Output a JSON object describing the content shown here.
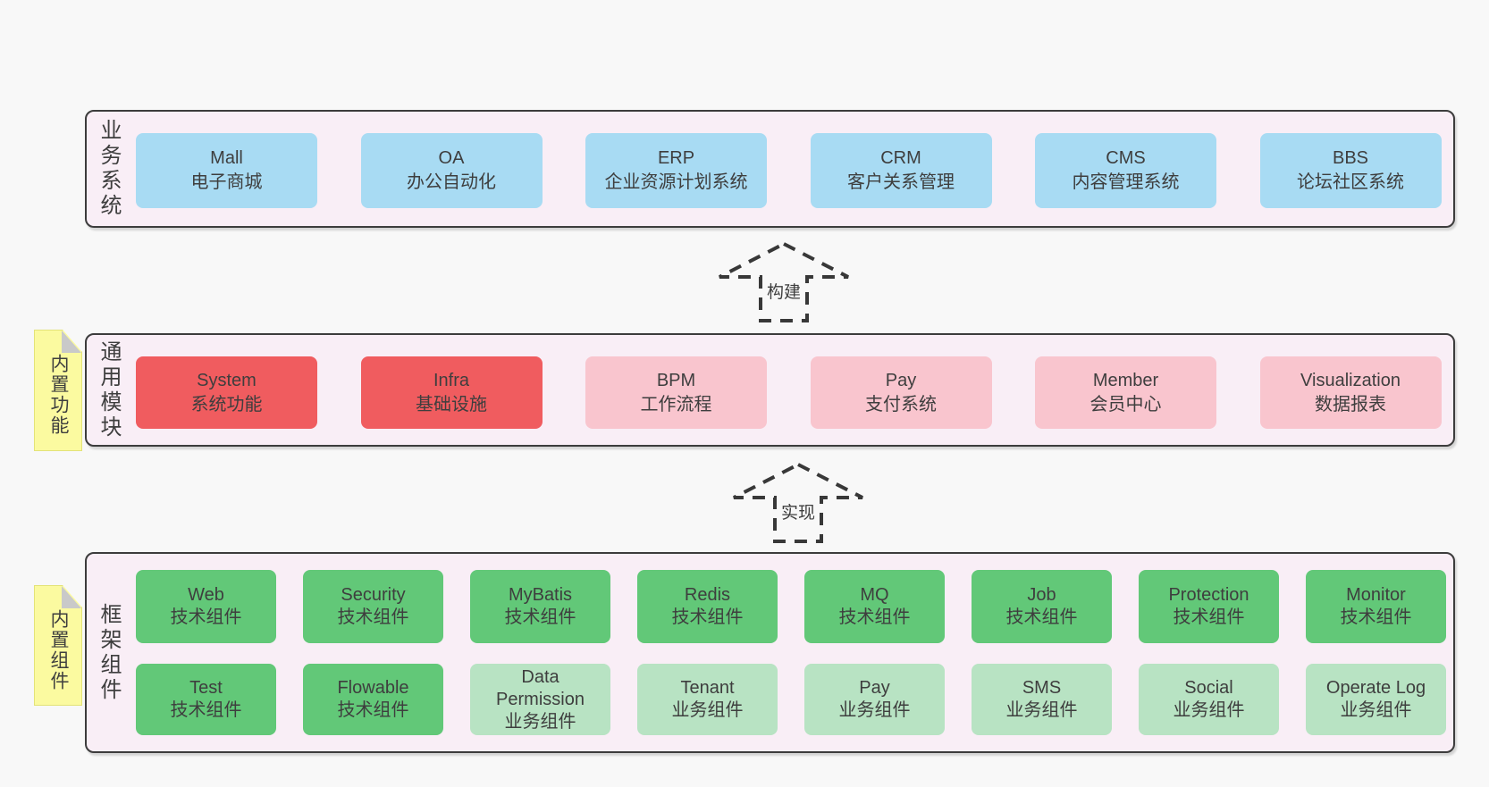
{
  "colors": {
    "page_bg": "#f8f8f8",
    "container_bg": "#f9eef6",
    "border_dark": "#3c3c3c",
    "text_dark": "#3e3e3e",
    "blue": "#a8dbf3",
    "red": "#f05c5f",
    "pink": "#f9c5ce",
    "green": "#62c878",
    "green_light": "#b8e3c3",
    "tag_yellow": "#fbfaa0",
    "tag_fold": "#c9c9c9",
    "arrow_dark": "#383838"
  },
  "layers": [
    {
      "label": "业务系统",
      "rows": [
        [
          {
            "name": "Mall",
            "subtitle": "电子商城",
            "variant": "blue"
          },
          {
            "name": "OA",
            "subtitle": "办公自动化",
            "variant": "blue"
          },
          {
            "name": "ERP",
            "subtitle": "企业资源计划系统",
            "variant": "blue"
          },
          {
            "name": "CRM",
            "subtitle": "客户关系管理",
            "variant": "blue"
          },
          {
            "name": "CMS",
            "subtitle": "内容管理系统",
            "variant": "blue"
          },
          {
            "name": "BBS",
            "subtitle": "论坛社区系统",
            "variant": "blue"
          }
        ]
      ]
    },
    {
      "label": "通用模块",
      "tag": "内置功能",
      "rows": [
        [
          {
            "name": "System",
            "subtitle": "系统功能",
            "variant": "red"
          },
          {
            "name": "Infra",
            "subtitle": "基础设施",
            "variant": "red"
          },
          {
            "name": "BPM",
            "subtitle": "工作流程",
            "variant": "pink"
          },
          {
            "name": "Pay",
            "subtitle": "支付系统",
            "variant": "pink"
          },
          {
            "name": "Member",
            "subtitle": "会员中心",
            "variant": "pink"
          },
          {
            "name": "Visualization",
            "subtitle": "数据报表",
            "variant": "pink"
          }
        ]
      ]
    },
    {
      "label": "框架组件",
      "tag": "内置组件",
      "rows": [
        [
          {
            "name": "Web",
            "subtitle": "技术组件",
            "variant": "green"
          },
          {
            "name": "Security",
            "subtitle": "技术组件",
            "variant": "green"
          },
          {
            "name": "MyBatis",
            "subtitle": "技术组件",
            "variant": "green"
          },
          {
            "name": "Redis",
            "subtitle": "技术组件",
            "variant": "green"
          },
          {
            "name": "MQ",
            "subtitle": "技术组件",
            "variant": "green"
          },
          {
            "name": "Job",
            "subtitle": "技术组件",
            "variant": "green"
          },
          {
            "name": "Protection",
            "subtitle": "技术组件",
            "variant": "green"
          },
          {
            "name": "Monitor",
            "subtitle": "技术组件",
            "variant": "green"
          }
        ],
        [
          {
            "name": "Test",
            "subtitle": "技术组件",
            "variant": "green"
          },
          {
            "name": "Flowable",
            "subtitle": "技术组件",
            "variant": "green"
          },
          {
            "name": "Data Permission",
            "subtitle": "业务组件",
            "variant": "green-light"
          },
          {
            "name": "Tenant",
            "subtitle": "业务组件",
            "variant": "green-light"
          },
          {
            "name": "Pay",
            "subtitle": "业务组件",
            "variant": "green-light"
          },
          {
            "name": "SMS",
            "subtitle": "业务组件",
            "variant": "green-light"
          },
          {
            "name": "Social",
            "subtitle": "业务组件",
            "variant": "green-light"
          },
          {
            "name": "Operate Log",
            "subtitle": "业务组件",
            "variant": "green-light"
          }
        ]
      ]
    }
  ],
  "arrows": [
    {
      "label": "构建"
    },
    {
      "label": "实现"
    }
  ]
}
